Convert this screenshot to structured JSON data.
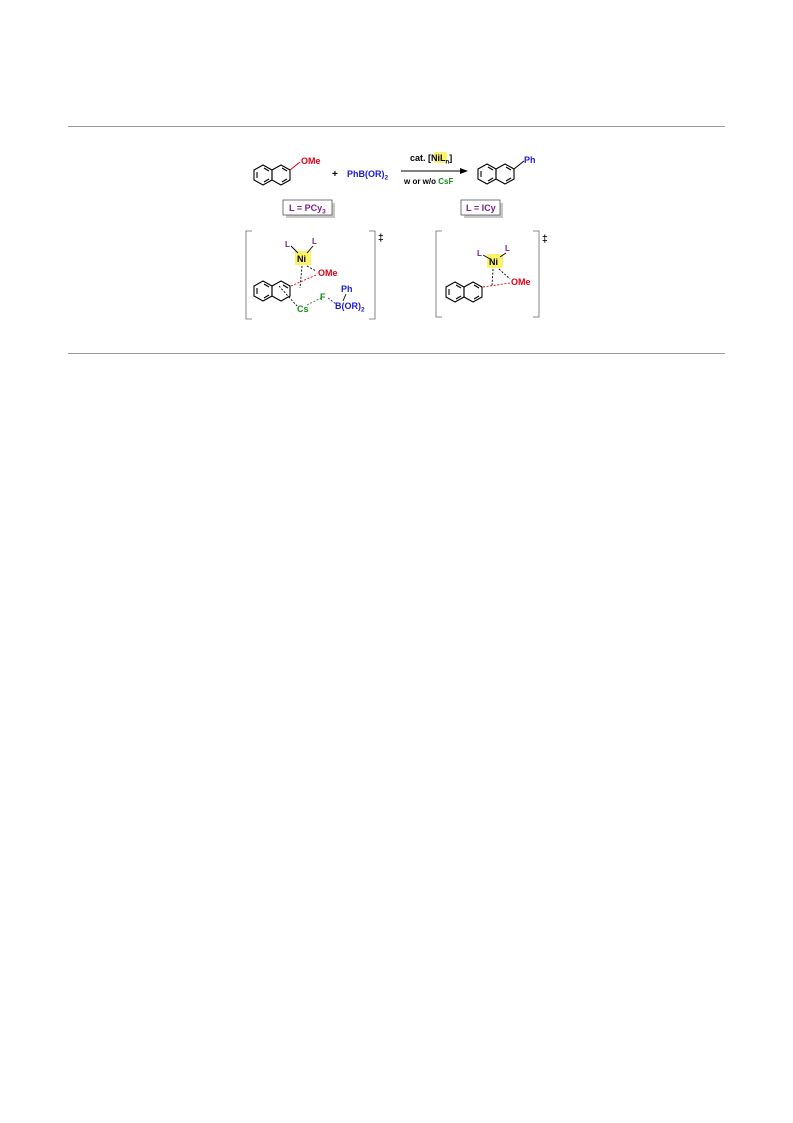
{
  "colors": {
    "black": "#000000",
    "red": "#e0001a",
    "blue": "#1a1ad6",
    "green": "#118a1a",
    "purple": "#7b1f8e",
    "highlight": "#fdf36a",
    "rule": "#9a9a9a"
  },
  "reaction": {
    "substituent_reactant": "OMe",
    "plus": "+",
    "reagent": {
      "main": "PhB(OR)",
      "sub": "2"
    },
    "above_arrow": {
      "prefix": "cat. [",
      "metal": "Ni",
      "ligand": "L",
      "ligand_sub": "n",
      "suffix": "]"
    },
    "below_arrow": {
      "text": "w or w/o ",
      "additive": "CsF"
    },
    "substituent_product": "Ph"
  },
  "ligand_labels": {
    "left": {
      "text": "L = PCy",
      "sub": "3"
    },
    "right": {
      "text": "L = ICy"
    }
  },
  "ts_left": {
    "ligand_a": "L",
    "ligand_b": "L",
    "metal": "Ni",
    "ome": "OMe",
    "cs": "Cs",
    "fluoride": "F",
    "phenyl": "Ph",
    "boron": {
      "main": "B(OR)",
      "sub": "2"
    },
    "dagger": "‡"
  },
  "ts_right": {
    "ligand_a": "L",
    "ligand_b": "L",
    "metal": "Ni",
    "ome": "OMe",
    "dagger": "‡"
  }
}
